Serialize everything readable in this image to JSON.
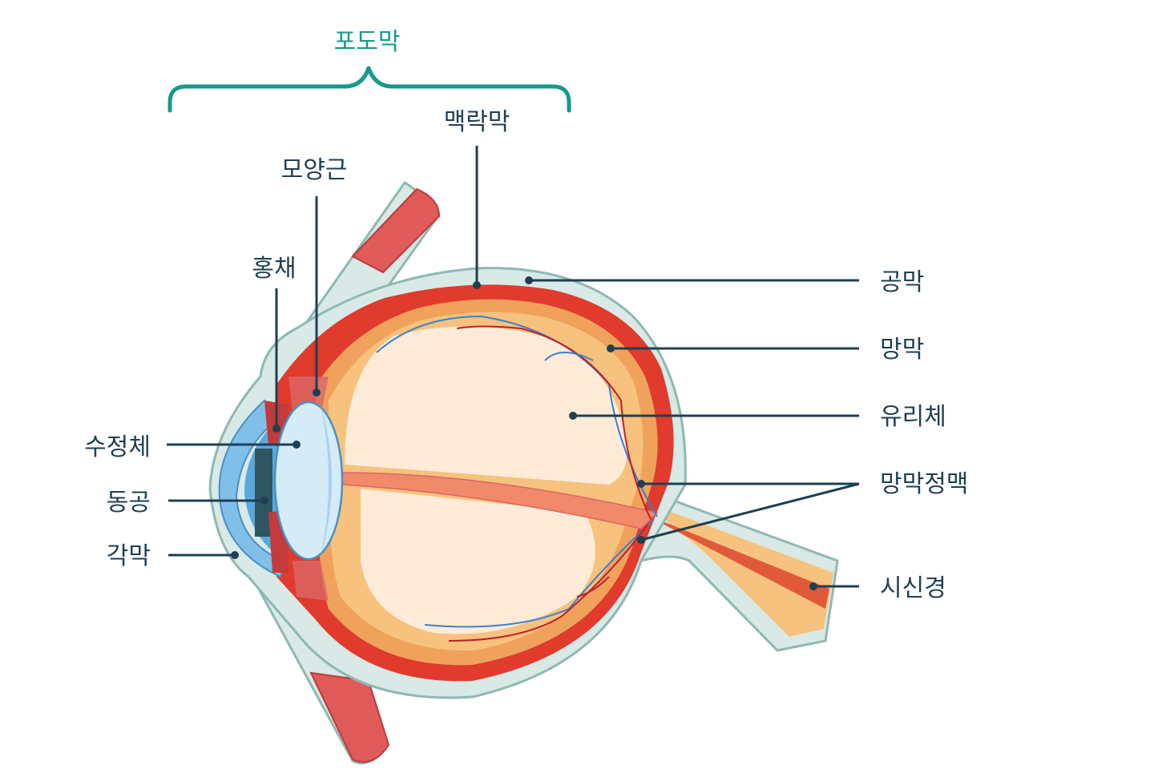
{
  "group_label": "포도막",
  "labels": {
    "choroid": "맥락막",
    "ciliary_muscle": "모양근",
    "iris": "홍채",
    "lens": "수정체",
    "pupil": "동공",
    "cornea": "각막",
    "sclera": "공막",
    "retina": "망막",
    "vitreous": "유리체",
    "retinal_vein": "망막정맥",
    "optic_nerve": "시신경"
  },
  "colors": {
    "label_text": "#1f3f52",
    "group_accent": "#17998c",
    "sclera": "#cfe3df",
    "choroid": "#e03b2c",
    "retina": "#f0a25c",
    "vitreous": "#fdebd8",
    "lens": "#d4ebf8",
    "cornea": "#7fbfe8",
    "muscle": "#e05a5a"
  }
}
